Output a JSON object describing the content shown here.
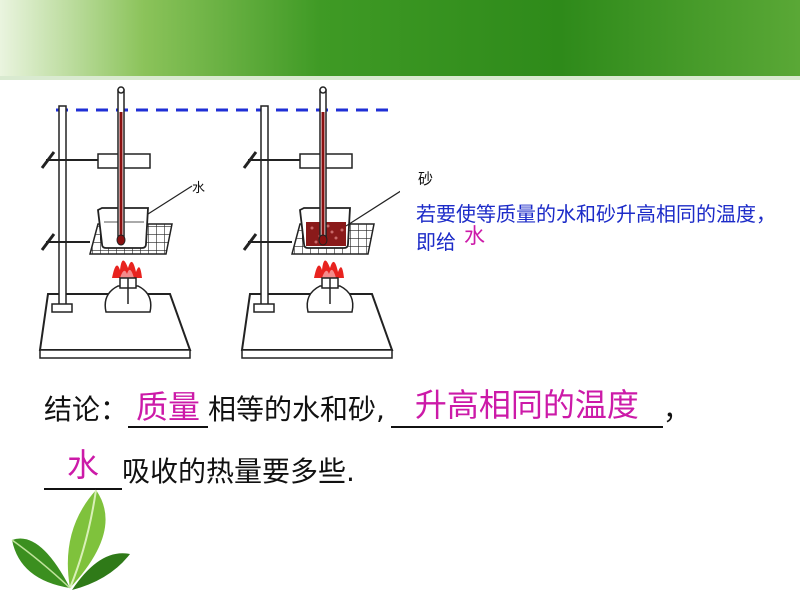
{
  "labels": {
    "water": "水",
    "sand": "砂"
  },
  "note": {
    "text": "若要使等质量的水和砂升高相同的温度，即给",
    "answer": "水"
  },
  "conclusion": {
    "prefix": "结论：",
    "blank1_answer": "质量",
    "mid1": "相等的水和砂,",
    "blank2_answer": "升高相同的温度",
    "comma": "，",
    "blank3_answer": "水",
    "suffix": "吸收的热量要多些."
  },
  "colors": {
    "header_green": "#2e8a1a",
    "note_blue": "#1c2bc8",
    "answer_pink": "#cc1aa8",
    "dash_blue": "#1f2fd6"
  }
}
